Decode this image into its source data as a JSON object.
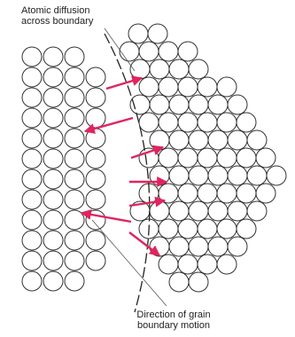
{
  "labels": {
    "diffusion": [
      "Atomic diffusion",
      "across boundary"
    ],
    "motion": [
      "Direction of grain",
      "boundary motion"
    ]
  },
  "colors": {
    "atom_outline": "#333333",
    "arrow": "#e0245e",
    "boundary": "#222222",
    "leader": "#555555",
    "text": "#222222"
  }
}
